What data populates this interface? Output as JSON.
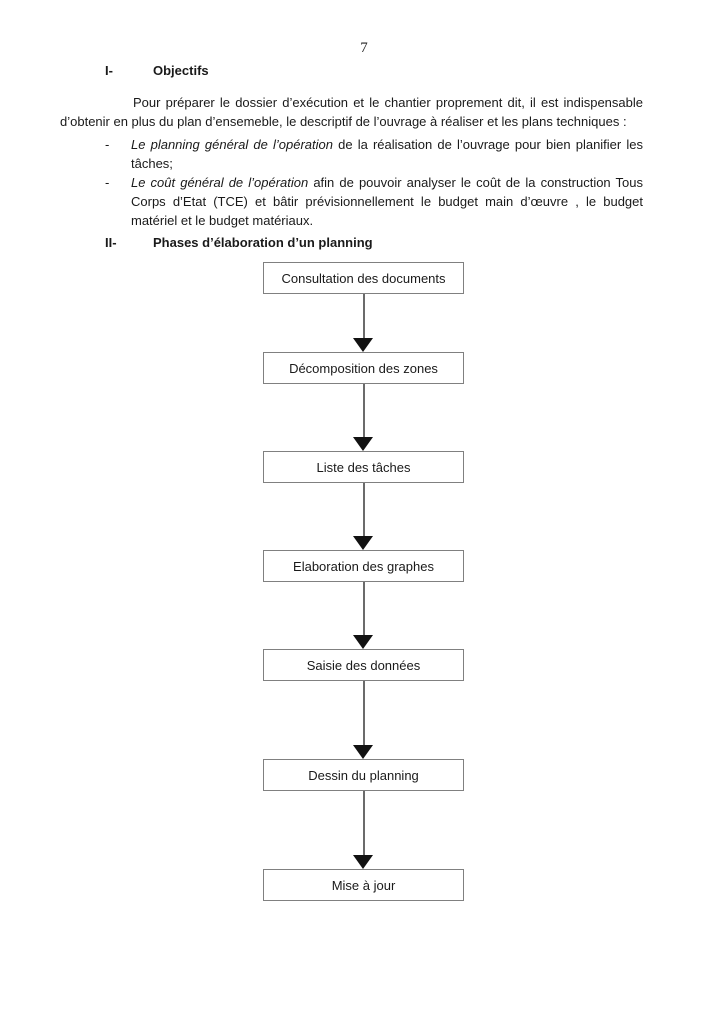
{
  "page_number": "7",
  "heading_objectifs": {
    "numeral": "I-",
    "title": "Objectifs"
  },
  "intro_paragraph": "Pour préparer le dossier d’exécution et le chantier proprement dit, il est indispensable d’obtenir en plus du plan d’ensemeble, le descriptif de l’ouvrage à réaliser et les plans techniques :",
  "bullets": [
    {
      "marker": "-",
      "lead_italic": "Le planning général de l’opération",
      "rest": " de la réalisation de l’ouvrage pour bien planifier les tâches;"
    },
    {
      "marker": "-",
      "lead_italic": "Le coût général de l’opération",
      "rest": " afin de pouvoir analyser le coût de la construction Tous Corps d’Etat (TCE) et bâtir prévisionnellement le budget main d’œuvre , le budget matériel et le budget matériaux."
    }
  ],
  "heading_phases": {
    "numeral": "II-",
    "title": "Phases d’élaboration d’un planning"
  },
  "flowchart": {
    "nodes": [
      {
        "label": "Consultation des documents"
      },
      {
        "label": "Décomposition des zones"
      },
      {
        "label": "Liste des tâches"
      },
      {
        "label": "Elaboration des graphes"
      },
      {
        "label": "Saisie des données"
      },
      {
        "label": "Dessin du planning"
      },
      {
        "label": "Mise à jour"
      }
    ],
    "colors": {
      "box_border": "#808080",
      "arrow_line": "#6b6b6b",
      "arrow_head": "#121212",
      "text": "#1a1a1a"
    }
  }
}
